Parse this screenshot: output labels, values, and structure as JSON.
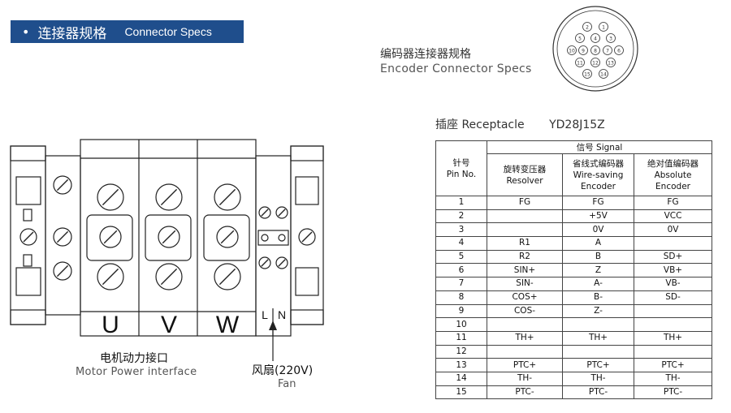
{
  "header": {
    "bullet": "•",
    "title_zh": "连接器规格",
    "title_en": "Connector Specs"
  },
  "encoder": {
    "title_zh": "编码器连接器规格",
    "title_en": "Encoder Connector Specs",
    "pin_numbers": [
      "1",
      "2",
      "3",
      "4",
      "5",
      "6",
      "7",
      "8",
      "9",
      "10",
      "11",
      "12",
      "13",
      "14",
      "15"
    ]
  },
  "receptacle": {
    "label_zh": "插座",
    "label_en": "Receptacle",
    "model": "YD28J15Z"
  },
  "table": {
    "pin_header_zh": "针号",
    "pin_header_en": "Pin No.",
    "signal_header": "信号 Signal",
    "columns": [
      {
        "zh": "旋转变压器",
        "en": "Resolver"
      },
      {
        "zh": "省线式编码器",
        "en": "Wire-saving",
        "en2": "Encoder"
      },
      {
        "zh": "绝对值编码器",
        "en": "Absolute",
        "en2": "Encoder"
      }
    ],
    "rows": [
      {
        "pin": "1",
        "resolver": "FG",
        "wire": "FG",
        "absolute": "FG"
      },
      {
        "pin": "2",
        "resolver": "",
        "wire": "+5V",
        "absolute": "VCC"
      },
      {
        "pin": "3",
        "resolver": "",
        "wire": "0V",
        "absolute": "0V"
      },
      {
        "pin": "4",
        "resolver": "R1",
        "wire": "A",
        "absolute": ""
      },
      {
        "pin": "5",
        "resolver": "R2",
        "wire": "B",
        "absolute": "SD+"
      },
      {
        "pin": "6",
        "resolver": "SIN+",
        "wire": "Z",
        "absolute": "VB+"
      },
      {
        "pin": "7",
        "resolver": "SIN-",
        "wire": "A-",
        "absolute": "VB-"
      },
      {
        "pin": "8",
        "resolver": "COS+",
        "wire": "B-",
        "absolute": "SD-"
      },
      {
        "pin": "9",
        "resolver": "COS-",
        "wire": "Z-",
        "absolute": ""
      },
      {
        "pin": "10",
        "resolver": "",
        "wire": "",
        "absolute": ""
      },
      {
        "pin": "11",
        "resolver": "TH+",
        "wire": "TH+",
        "absolute": "TH+"
      },
      {
        "pin": "12",
        "resolver": "",
        "wire": "",
        "absolute": ""
      },
      {
        "pin": "13",
        "resolver": "PTC+",
        "wire": "PTC+",
        "absolute": "PTC+"
      },
      {
        "pin": "14",
        "resolver": "TH-",
        "wire": "TH-",
        "absolute": "TH-"
      },
      {
        "pin": "15",
        "resolver": "PTC-",
        "wire": "PTC-",
        "absolute": "PTC-"
      }
    ]
  },
  "terminal": {
    "labels": [
      "U",
      "V",
      "W"
    ],
    "fan_terminals": [
      "L",
      "N"
    ],
    "caption_zh": "电机动力接口",
    "caption_en": "Motor Power interface",
    "fan_zh": "风扇(220V)",
    "fan_en": "Fan"
  },
  "colors": {
    "banner": "#1f4e8c",
    "line": "#333333"
  }
}
